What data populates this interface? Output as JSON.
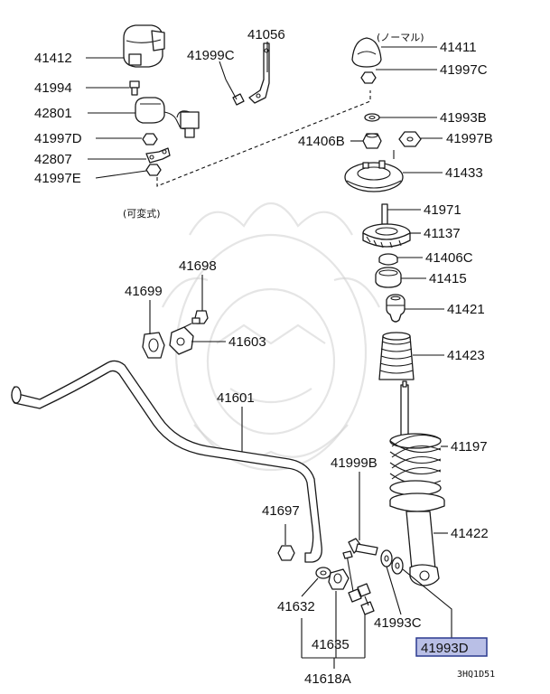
{
  "labels": {
    "p41412": "41412",
    "p41994": "41994",
    "p42801": "42801",
    "p41997d": "41997D",
    "p42807": "42807",
    "p41997e": "41997E",
    "p41999c": "41999C",
    "p41056": "41056",
    "p41411": "41411",
    "p41997c": "41997C",
    "p41993b": "41993B",
    "p41406b": "41406B",
    "p41997b": "41997B",
    "p41433": "41433",
    "p41971": "41971",
    "p41137": "41137",
    "p41406c": "41406C",
    "p41415": "41415",
    "p41421": "41421",
    "p41423": "41423",
    "p41698": "41698",
    "p41699": "41699",
    "p41603": "41603",
    "p41601": "41601",
    "p41197": "41197",
    "p41999b": "41999B",
    "p41422": "41422",
    "p41697": "41697",
    "p41632": "41632",
    "p41993c": "41993C",
    "p41635": "41635",
    "p41618a": "41618A",
    "p41993d": "41993D"
  },
  "notes": {
    "normal": "(ノーマル)",
    "variable": "(可変式)"
  },
  "diagram_code": "3HQ1D51",
  "highlight": {
    "part": "41993D",
    "fill_color": "#b9bfe6",
    "border_color": "#2b3a8f"
  }
}
